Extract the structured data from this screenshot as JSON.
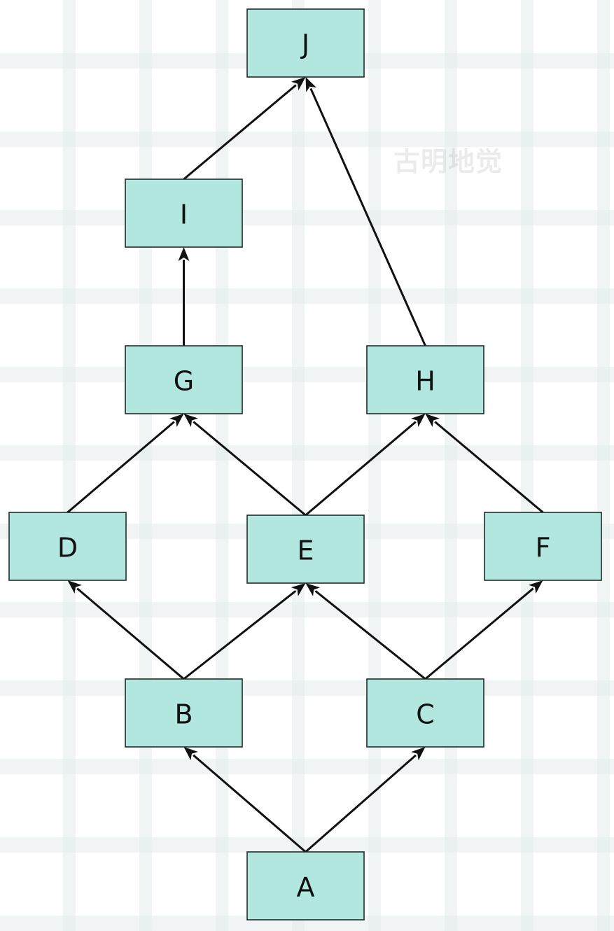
{
  "watermark": "古明地觉",
  "colors": {
    "node_fill": "#b2e7e0",
    "node_border": "#1f2a2a",
    "edge": "#111111"
  },
  "nodes": [
    {
      "id": "J",
      "label": "J"
    },
    {
      "id": "I",
      "label": "I"
    },
    {
      "id": "G",
      "label": "G"
    },
    {
      "id": "H",
      "label": "H"
    },
    {
      "id": "D",
      "label": "D"
    },
    {
      "id": "E",
      "label": "E"
    },
    {
      "id": "F",
      "label": "F"
    },
    {
      "id": "B",
      "label": "B"
    },
    {
      "id": "C",
      "label": "C"
    },
    {
      "id": "A",
      "label": "A"
    }
  ],
  "edges": [
    {
      "from": "A",
      "to": "B"
    },
    {
      "from": "A",
      "to": "C"
    },
    {
      "from": "B",
      "to": "D"
    },
    {
      "from": "B",
      "to": "E"
    },
    {
      "from": "C",
      "to": "E"
    },
    {
      "from": "C",
      "to": "F"
    },
    {
      "from": "D",
      "to": "G"
    },
    {
      "from": "E",
      "to": "G"
    },
    {
      "from": "E",
      "to": "H"
    },
    {
      "from": "F",
      "to": "H"
    },
    {
      "from": "G",
      "to": "I"
    },
    {
      "from": "I",
      "to": "J"
    },
    {
      "from": "H",
      "to": "J"
    }
  ]
}
